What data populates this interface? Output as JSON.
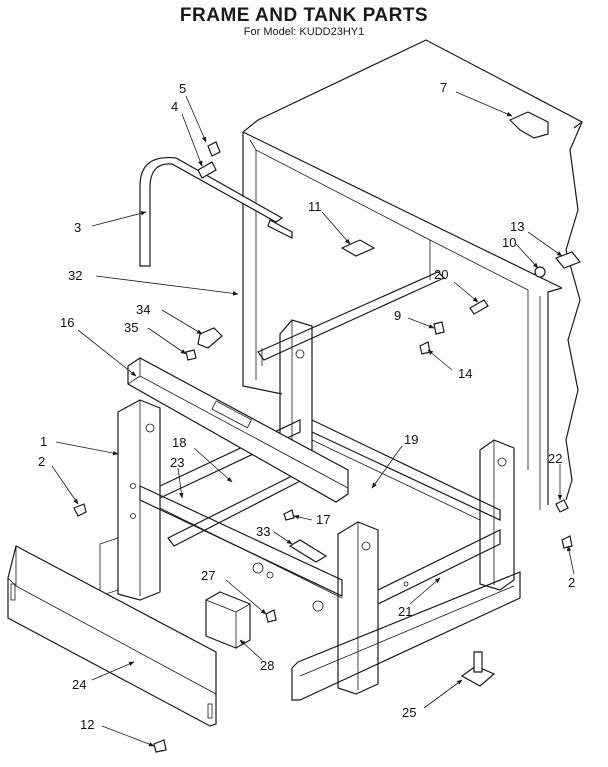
{
  "title": "FRAME AND TANK PARTS",
  "subtitle": "For Model: KUDD23HY1",
  "callouts": {
    "c1": "1",
    "c2a": "2",
    "c2b": "2",
    "c3": "3",
    "c4": "4",
    "c5": "5",
    "c7": "7",
    "c9": "9",
    "c10": "10",
    "c11": "11",
    "c12": "12",
    "c13": "13",
    "c14": "14",
    "c16": "16",
    "c17": "17",
    "c18": "18",
    "c19": "19",
    "c20": "20",
    "c21": "21",
    "c22": "22",
    "c23": "23",
    "c24": "24",
    "c25": "25",
    "c27": "27",
    "c28": "28",
    "c32": "32",
    "c33": "33",
    "c34": "34",
    "c35": "35"
  }
}
